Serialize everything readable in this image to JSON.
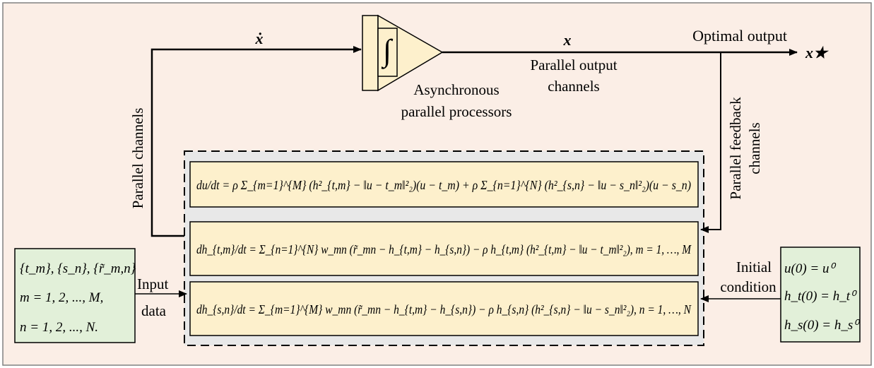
{
  "colors": {
    "background": "#fbeee6",
    "equation_fill": "#fdf0cc",
    "side_box_fill": "#e2f0d9",
    "dashed_panel_fill": "#e8e8e8",
    "processor_fill": "#fdf0cc",
    "line": "#000000"
  },
  "labels": {
    "x_dot": "ẋ",
    "x": "x",
    "optimal_output": "Optimal output",
    "x_star": "x★",
    "parallel_output_1": "Parallel output",
    "parallel_output_2": "channels",
    "async_1": "Asynchronous",
    "async_2": "parallel processors",
    "parallel_channels": "Parallel channels",
    "parallel_feedback_1": "Parallel feedback",
    "parallel_feedback_2": "channels",
    "input_1": "Input",
    "input_2": "data",
    "initial_1": "Initial",
    "initial_2": "condition",
    "integral": "∫"
  },
  "left_box": {
    "line1": "{t_m}, {s_n}, {r̃_m,n}",
    "line2": "m = 1, 2, ..., M,",
    "line3": "n = 1, 2, ..., N."
  },
  "right_box": {
    "line1": "u(0) = u⁰",
    "line2": "h_t(0) = h_t⁰",
    "line3": "h_s(0) = h_s⁰"
  },
  "equations": {
    "eq1": "du/dt = ρ Σ_{m=1}^{M} (h²_{t,m} − ‖u − t_m‖²₂)(u − t_m) + ρ Σ_{n=1}^{N} (h²_{s,n} − ‖u − s_n‖²₂)(u − s_n)",
    "eq2": "dh_{t,m}/dt = Σ_{n=1}^{N} w_mn (r̃_mn − h_{t,m} − h_{s,n}) − ρ h_{t,m} (h²_{t,m} − ‖u − t_m‖²₂), m = 1, …, M",
    "eq3": "dh_{s,n}/dt = Σ_{m=1}^{M} w_mn (r̃_mn − h_{t,m} − h_{s,n}) − ρ h_{s,n} (h²_{s,n} − ‖u − s_n‖²₂), n = 1, …, N"
  }
}
